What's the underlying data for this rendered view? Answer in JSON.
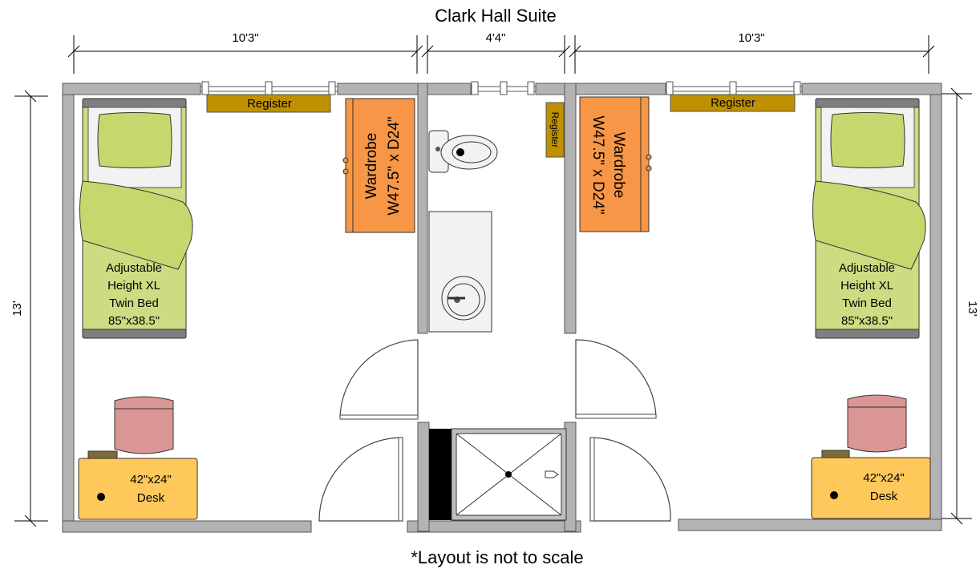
{
  "title": "Clark Hall Suite",
  "footnote": "*Layout is not to scale",
  "dimensions": {
    "left_width": "10'3\"",
    "bath_width": "4'4\"",
    "right_width": "10'3\"",
    "left_height": "13'",
    "right_height": "13'"
  },
  "left_room": {
    "register": "Register",
    "wardrobe_line1": "Wardrobe",
    "wardrobe_line2": "W47.5\" x D24\"",
    "bed_lines": [
      "Adjustable",
      "Height XL",
      "Twin Bed",
      "85\"x38.5\""
    ],
    "desk_line1": "42\"x24\"",
    "desk_line2": "Desk"
  },
  "bathroom": {
    "register": "Register"
  },
  "right_room": {
    "register": "Register",
    "wardrobe_line1": "Wardrobe",
    "wardrobe_line2": "W47.5\" x D24\"",
    "bed_lines": [
      "Adjustable",
      "Height XL",
      "Twin Bed",
      "85\"x38.5\""
    ],
    "desk_line1": "42\"x24\"",
    "desk_line2": "Desk"
  },
  "colors": {
    "wall": "#b3b3b3",
    "register": "#bf9000",
    "wardrobe": "#f79646",
    "bed": "#cddc82",
    "pillow": "#c5d86d",
    "chair": "#d99694",
    "desk": "#ffc85a"
  }
}
